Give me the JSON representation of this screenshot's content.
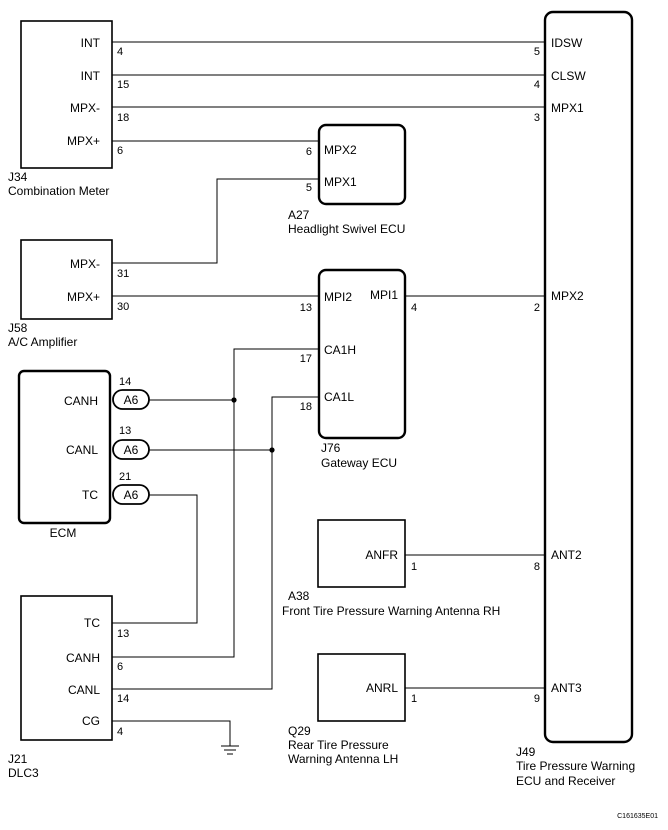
{
  "components": {
    "J34": {
      "id": "J34",
      "name": "Combination Meter",
      "pins": [
        "INT",
        "INT",
        "MPX-",
        "MPX+"
      ],
      "pin_numbers": [
        "4",
        "15",
        "18",
        "6"
      ]
    },
    "A27": {
      "id": "A27",
      "name": "Headlight Swivel ECU",
      "pins": [
        "MPX2",
        "MPX1"
      ],
      "pin_numbers": [
        "6",
        "5"
      ]
    },
    "J58": {
      "id": "J58",
      "name": "A/C Amplifier",
      "pins": [
        "MPX-",
        "MPX+"
      ],
      "pin_numbers": [
        "31",
        "30"
      ]
    },
    "J76": {
      "id": "J76",
      "name": "Gateway ECU",
      "pins": [
        "MPI2",
        "MPI1",
        "CA1H",
        "CA1L"
      ],
      "pin_numbers": [
        "13",
        "4",
        "17",
        "18"
      ]
    },
    "ECM": {
      "name": "ECM",
      "pins": [
        "CANH",
        "CANL",
        "TC"
      ],
      "connector": [
        "A6",
        "A6",
        "A6"
      ],
      "pin_numbers": [
        "14",
        "13",
        "21"
      ]
    },
    "A38": {
      "id": "A38",
      "name": "Front Tire Pressure Warning Antenna RH",
      "pins": [
        "ANFR"
      ],
      "pin_numbers": [
        "1"
      ]
    },
    "Q29": {
      "id": "Q29",
      "name_line1": "Rear Tire Pressure",
      "name_line2": "Warning Antenna LH",
      "pins": [
        "ANRL"
      ],
      "pin_numbers": [
        "1"
      ]
    },
    "J21": {
      "id": "J21",
      "name": "DLC3",
      "pins": [
        "TC",
        "CANH",
        "CANL",
        "CG"
      ],
      "pin_numbers": [
        "13",
        "6",
        "14",
        "4"
      ]
    },
    "J49": {
      "id": "J49",
      "name_line1": "Tire Pressure Warning",
      "name_line2": "ECU and Receiver",
      "pins": [
        "IDSW",
        "CLSW",
        "MPX1",
        "MPX2",
        "ANT2",
        "ANT3"
      ],
      "pin_numbers": [
        "5",
        "4",
        "3",
        "2",
        "8",
        "9"
      ]
    }
  },
  "figure_code": "C161635E01"
}
